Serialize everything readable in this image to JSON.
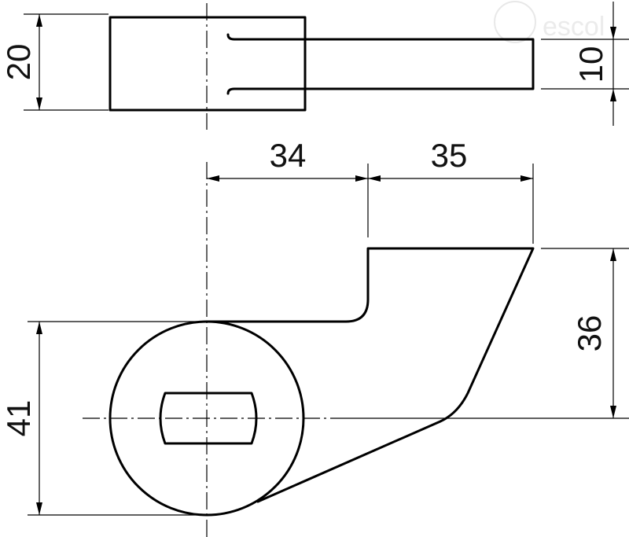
{
  "drawing": {
    "dimensions": {
      "top_height": "20",
      "arm_thickness": "10",
      "center_to_step": "34",
      "step_to_end": "35",
      "arm_height": "36",
      "circle_diameter": "41"
    },
    "watermark": "escol"
  },
  "colors": {
    "line": "#000000",
    "watermark": "#e6e6e6",
    "background": "#ffffff"
  }
}
